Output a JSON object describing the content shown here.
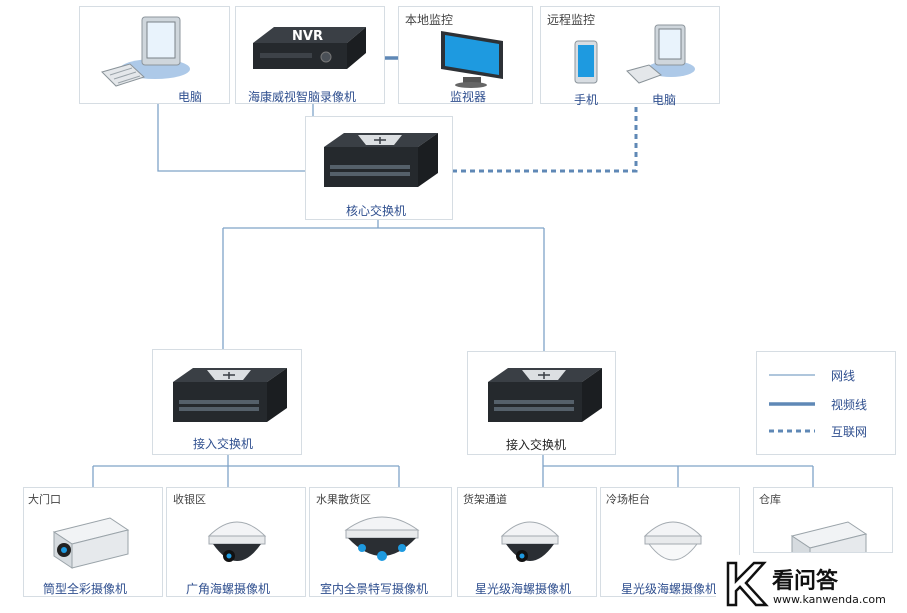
{
  "top": {
    "pc": "电脑",
    "nvr_label": "海康威视智脑录像机",
    "nvr_badge": "NVR",
    "local_title": "本地监控",
    "local_device": "监视器",
    "remote_title": "远程监控",
    "remote_phone": "手机",
    "remote_pc": "电脑"
  },
  "core_switch": "核心交换机",
  "access_switches": [
    "接入交换机",
    "接入交换机"
  ],
  "legend": {
    "network": "网线",
    "video": "视频线",
    "internet": "互联网"
  },
  "cameras": [
    {
      "area": "大门口",
      "label": "筒型全彩摄像机"
    },
    {
      "area": "收银区",
      "label": "广角海螺摄像机"
    },
    {
      "area": "水果散货区",
      "label": "室内全景特写摄像机"
    },
    {
      "area": "货架通道",
      "label": "星光级海螺摄像机"
    },
    {
      "area": "冷场柜台",
      "label": "星光级海螺摄像机"
    },
    {
      "area": "仓库",
      "label": ""
    }
  ],
  "watermark": {
    "brand": "看问答",
    "url": "www.kanwenda.com",
    "logo_letter": "K"
  },
  "colors": {
    "line": "#7fa3c8",
    "video": "#5f88b6",
    "box_border": "#d6dde3",
    "label": "#2f4f8f"
  }
}
